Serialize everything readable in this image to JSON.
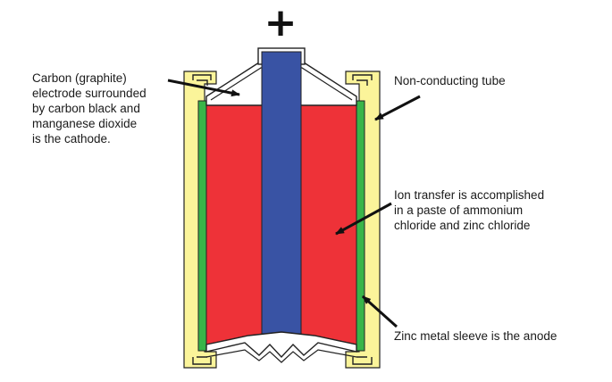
{
  "terminal": {
    "symbol": "+"
  },
  "labels": {
    "cathode": "Carbon (graphite)\nelectrode surrounded\nby carbon black and\nmanganese dioxide\nis the cathode.",
    "tube": "Non-conducting tube",
    "ion_transfer": "Ion transfer is accomplished\nin a paste of ammonium\nchloride and zinc chloride",
    "anode": "Zinc metal sleeve is the anode"
  },
  "colors": {
    "electrolyte_paste": "#ee3238",
    "carbon_rod": "#3953a4",
    "zinc_sleeve": "#39b549",
    "insulating_tube": "#fbf49a",
    "outline": "#222222"
  }
}
